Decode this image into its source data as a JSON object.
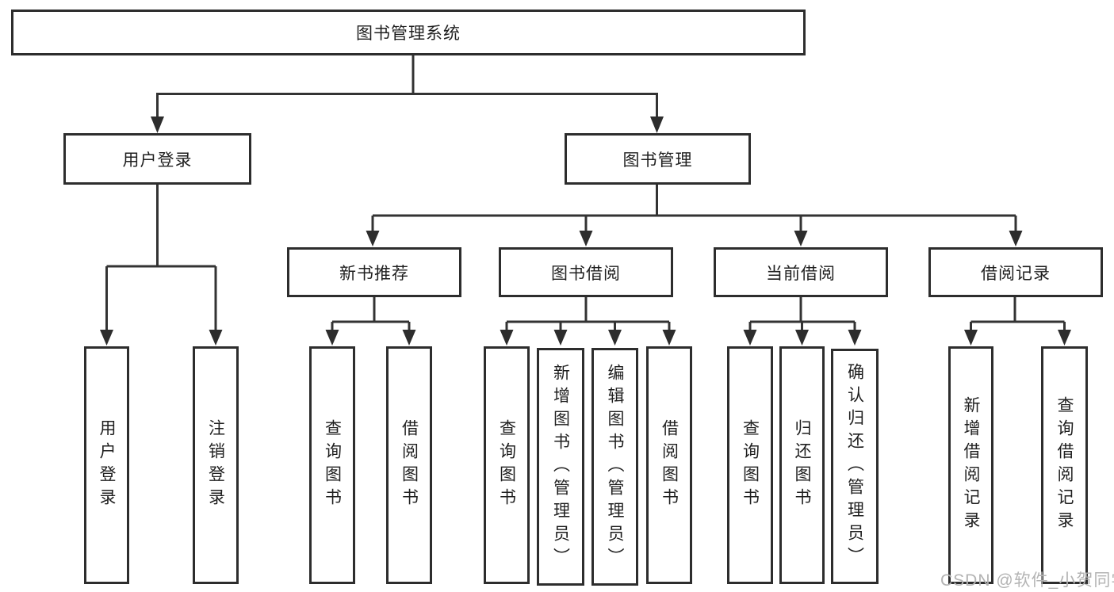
{
  "diagram": {
    "type": "hierarchy-tree",
    "orientation": "top-down",
    "nodes": {
      "root": "图书管理系统",
      "level2": [
        "用户登录",
        "图书管理"
      ],
      "level3": [
        "新书推荐",
        "图书借阅",
        "当前借阅",
        "借阅记录"
      ],
      "leaves_user": [
        "用户登录",
        "注销登录"
      ],
      "leaves_newbook": [
        "查询图书",
        "借阅图书"
      ],
      "leaves_borrow": [
        "查询图书",
        "新增图书（管理员）",
        "编辑图书（管理员）",
        "借阅图书"
      ],
      "leaves_current": [
        "查询图书",
        "归还图书",
        "确认归还（管理员）"
      ],
      "leaves_records": [
        "新增借阅记录",
        "查询借阅记录"
      ]
    },
    "edges": [
      {
        "from": "图书管理系统",
        "to": "用户登录"
      },
      {
        "from": "图书管理系统",
        "to": "图书管理"
      },
      {
        "from": "用户登录",
        "to": "用户登录"
      },
      {
        "from": "用户登录",
        "to": "注销登录"
      },
      {
        "from": "图书管理",
        "to": "新书推荐"
      },
      {
        "from": "图书管理",
        "to": "图书借阅"
      },
      {
        "from": "图书管理",
        "to": "当前借阅"
      },
      {
        "from": "图书管理",
        "to": "借阅记录"
      },
      {
        "from": "新书推荐",
        "to": "查询图书"
      },
      {
        "from": "新书推荐",
        "to": "借阅图书"
      },
      {
        "from": "图书借阅",
        "to": "查询图书"
      },
      {
        "from": "图书借阅",
        "to": "新增图书（管理员）"
      },
      {
        "from": "图书借阅",
        "to": "编辑图书（管理员）"
      },
      {
        "from": "图书借阅",
        "to": "借阅图书"
      },
      {
        "from": "当前借阅",
        "to": "查询图书"
      },
      {
        "from": "当前借阅",
        "to": "归还图书"
      },
      {
        "from": "当前借阅",
        "to": "确认归还（管理员）"
      },
      {
        "from": "借阅记录",
        "to": "新增借阅记录"
      },
      {
        "from": "借阅记录",
        "to": "查询借阅记录"
      }
    ],
    "colors": {
      "background": "#ffffff",
      "line": "#333333",
      "box_border": "#2d2d2d",
      "box_fill": "#ffffff",
      "text": "#1f1f1f",
      "watermark": "#b3b3b3"
    }
  },
  "watermark": "CSDN @软件_小贺同学"
}
